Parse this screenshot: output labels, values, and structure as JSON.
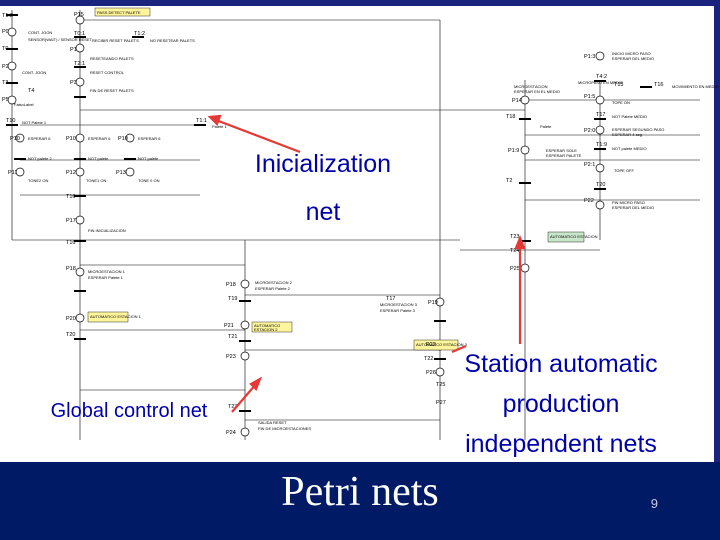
{
  "colors": {
    "frame": "#1a237e",
    "footer": "#001a66",
    "annotation_text": "#0000aa",
    "arrow": "#e53935",
    "tag_fill": "#fff59d",
    "tag_fill_green": "#c8e6c9"
  },
  "annotations": {
    "inicialization": "Inicialization net",
    "global": "Global control net",
    "station": "Station automatic production independent nets"
  },
  "footer": {
    "title": "Petri nets",
    "page": "9"
  },
  "diagram": {
    "top_left": {
      "t2": "T1:2",
      "p15": "P15",
      "pass_label": "PASS DETECT PALETE",
      "p0": "P0",
      "cont_joon": "CONT. JOON",
      "sensor_lbl": "SENSOR(WAIT) / SENSOR RESET",
      "t0_1": "T0:1",
      "recibir_reset": "RECIBIR RESET PALETS",
      "t1_2": "T1:2",
      "no_resetear": "NO RESETEAR PALETS",
      "t0": "T0",
      "p1": "P1",
      "reset_palets": "RESETEANDO PALETS",
      "p2": "P2",
      "t2_1": "T2:1",
      "cont_joon2": "CONT. JOON",
      "reset_control": "RESET CONTROL",
      "p3": "P3",
      "t3": "T3",
      "fin_reset": "FIN DE RESET PALETS",
      "t4": "T4",
      "p5": "P5",
      "falsalabel": "FalsoLabel"
    },
    "middle": {
      "t10": "T10",
      "not_palete": "NOT Palete 1",
      "t1_1": "T1:1",
      "palete1": "Palete 1",
      "p10": "P10",
      "esperar6a": "ESPERAR 6",
      "p10b": "P10",
      "esperar6b": "ESPERAR 6",
      "p10c": "P10",
      "esperar6c": "ESPERAR 6",
      "not_a": "NOT palete 2",
      "not_b": "NOT palete",
      "not_c": "NOT palete",
      "p11": "P11",
      "p12": "P12",
      "p13": "P13",
      "tone2": "TONE2 ON",
      "tone1": "TONE1 ON",
      "tone0": "TONE 0 ON",
      "t16": "T16",
      "p17": "P17",
      "fin_init": "FIN INICIALIZACION",
      "t16b": "T16",
      "p18": "P18",
      "micro1": "MICROESTACION 1",
      "micro1_sub": "ESPERAR Palete 1",
      "p18b": "P18",
      "micro2": "MICROESTACION 2",
      "micro2_sub": "ESPERAR Palete 2",
      "t19": "T19",
      "t17": "T17",
      "p19": "P19",
      "micro3": "MICROESTACION 3",
      "micro3_sub": "ESPERAR Palete 3",
      "p20": "P20",
      "auto1": "AUTOMATICO ESTACION 1",
      "auto_a": "AUTOMATICO",
      "auto_a_sub": "ESTACION 2",
      "p21": "P21",
      "t20": "T20",
      "t21": "T21",
      "p22": "P22",
      "auto2": "AUTOMATICO ESTACION 3",
      "p23": "P23",
      "t22": "T22",
      "t23": "T23",
      "salida": "SALIDA RESET",
      "salida_sub": "FIN DE MICROESTACIONES",
      "p24": "P24"
    },
    "right": {
      "p13r": "P1:3",
      "inicio_mr": "INICIO MICRO PASO",
      "inicio_mr_sub": "ESPERAR DEL MEDIO",
      "t4_2": "T4:2",
      "microestacion": "MICROESTACION",
      "micro_en_medio": "ESPERAR EN EL MEDIO",
      "p14": "P14",
      "micropaso": "MICROPASO EN MEDIO",
      "t15": "T15",
      "t16r": "T16",
      "movimiento": "MOVIMIENTO EN MEDIO",
      "p16": "P16",
      "p15r": "P1:5",
      "tope_on": "TOPE ON",
      "t17r": "T17",
      "not_palete_medio": "NOT Palete MEDIO",
      "t18": "T18",
      "palete_r": "Palete",
      "p20r": "P2:0",
      "esperar_seg": "ESPERAR SEGUNDO PASO",
      "esperar_seg_sub": "ESPERAR 4 seg",
      "p19r": "P1:9",
      "esperar_sol": "ESPERAR SOLE",
      "esperar_sol_sub": "ESPERAR PALETE",
      "t19r": "T1:9",
      "not_palete_medio2": "NOT palete MEDIO",
      "p21r": "P2:1",
      "tope_off": "TOPE OFF",
      "t20r": "T20",
      "t2r": "T2",
      "fin_micro": "FIN MICRO PASO",
      "fin_micro_sub": "ESPERAR DEL MEDIO",
      "p22r": "P22",
      "t23r": "T23",
      "automatico_r": "AUTOMATICO ESTACION",
      "t24": "T24",
      "p25": "P25",
      "p26": "P26",
      "t25": "T25",
      "p27": "P27"
    }
  }
}
